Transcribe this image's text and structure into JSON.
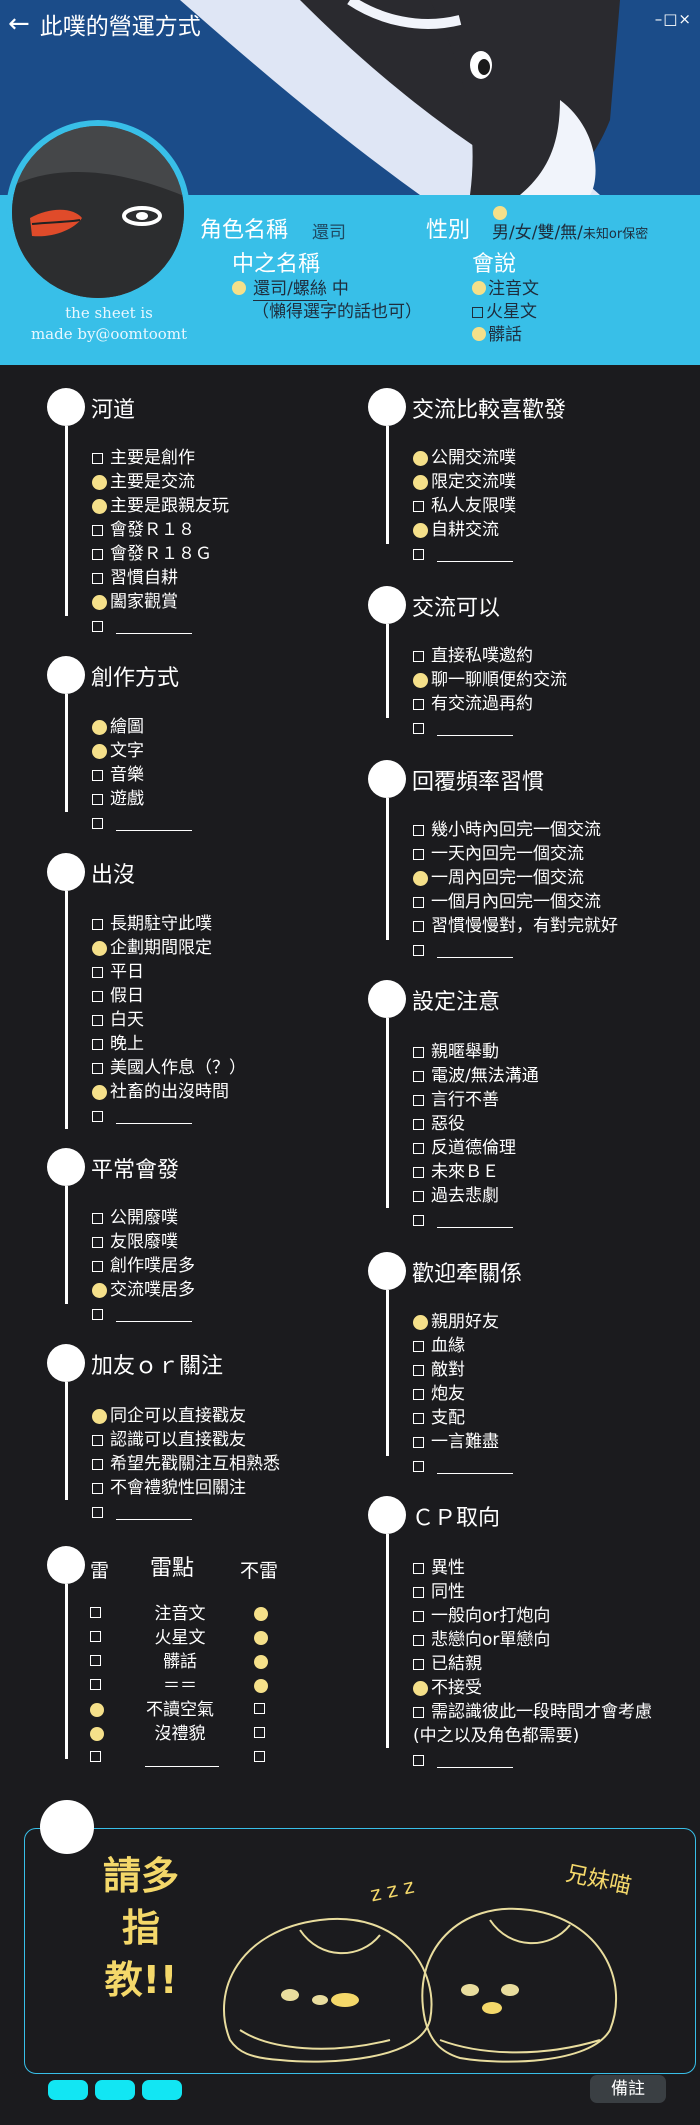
{
  "header": {
    "title": "此噗的營運方式",
    "window_controls": "–□×",
    "credit_line1": "the sheet is",
    "credit_line2": "made by@oomtoomt"
  },
  "profile": {
    "role_label": "角色名稱",
    "role_value": "還司",
    "gender_label": "性別",
    "gender_options": "男/女/雙/無/",
    "gender_small": "未知or保密",
    "gender_selected": "男",
    "pl_label": "中之名稱",
    "pl_value": "還司/螺絲",
    "pl_suffix": "中",
    "pl_note": "（懶得選字的話也可）",
    "speak_label": "會說",
    "speak_items": [
      {
        "label": "注音文",
        "checked": true
      },
      {
        "label": "火星文",
        "checked": false
      },
      {
        "label": "髒話",
        "checked": true
      }
    ]
  },
  "sections": {
    "hedao": {
      "title": "河道",
      "items": [
        {
          "label": "主要是創作",
          "checked": false
        },
        {
          "label": "主要是交流",
          "checked": true
        },
        {
          "label": "主要是跟親友玩",
          "checked": true
        },
        {
          "label": "會發Ｒ１８",
          "checked": false
        },
        {
          "label": "會發Ｒ１８Ｇ",
          "checked": false
        },
        {
          "label": "習慣自耕",
          "checked": false
        },
        {
          "label": "闔家觀賞",
          "checked": true
        },
        {
          "label": "",
          "checked": false
        }
      ]
    },
    "chuangzuo": {
      "title": "創作方式",
      "items": [
        {
          "label": "繪圖",
          "checked": true
        },
        {
          "label": "文字",
          "checked": true
        },
        {
          "label": "音樂",
          "checked": false
        },
        {
          "label": "遊戲",
          "checked": false
        },
        {
          "label": "",
          "checked": false
        }
      ]
    },
    "chumo": {
      "title": "出沒",
      "items": [
        {
          "label": "長期駐守此噗",
          "checked": false
        },
        {
          "label": "企劃期間限定",
          "checked": true
        },
        {
          "label": "平日",
          "checked": false
        },
        {
          "label": "假日",
          "checked": false
        },
        {
          "label": "白天",
          "checked": false
        },
        {
          "label": "晚上",
          "checked": false
        },
        {
          "label": "美國人作息（？）",
          "checked": false
        },
        {
          "label": "社畜的出沒時間",
          "checked": true
        },
        {
          "label": "",
          "checked": false
        }
      ]
    },
    "pingchang": {
      "title": "平常會發",
      "items": [
        {
          "label": "公開廢噗",
          "checked": false
        },
        {
          "label": "友限廢噗",
          "checked": false
        },
        {
          "label": "創作噗居多",
          "checked": false
        },
        {
          "label": "交流噗居多",
          "checked": true
        },
        {
          "label": "",
          "checked": false
        }
      ]
    },
    "jiayou": {
      "title": "加友ｏｒ關注",
      "items": [
        {
          "label": "同企可以直接戳友",
          "checked": true
        },
        {
          "label": "認識可以直接戳友",
          "checked": false
        },
        {
          "label": "希望先戳關注互相熟悉",
          "checked": false
        },
        {
          "label": "不會禮貌性回關注",
          "checked": false
        },
        {
          "label": "",
          "checked": false
        }
      ]
    },
    "lei": {
      "title": "雷點",
      "left_head": "雷",
      "right_head": "不雷",
      "rows": [
        {
          "label": "注音文",
          "lei": false,
          "bulei": true
        },
        {
          "label": "火星文",
          "lei": false,
          "bulei": true
        },
        {
          "label": "髒話",
          "lei": false,
          "bulei": true
        },
        {
          "label": "＝＝",
          "lei": false,
          "bulei": true
        },
        {
          "label": "不讀空氣",
          "lei": true,
          "bulei": false
        },
        {
          "label": "沒禮貌",
          "lei": true,
          "bulei": false
        },
        {
          "label": "",
          "lei": false,
          "bulei": false
        }
      ]
    },
    "jiaoliu_fa": {
      "title": "交流比較喜歡發",
      "items": [
        {
          "label": "公開交流噗",
          "checked": true
        },
        {
          "label": "限定交流噗",
          "checked": true
        },
        {
          "label": "私人友限噗",
          "checked": false
        },
        {
          "label": "自耕交流",
          "checked": true
        },
        {
          "label": "",
          "checked": false
        }
      ]
    },
    "jiaoliu_keyi": {
      "title": "交流可以",
      "items": [
        {
          "label": "直接私噗邀約",
          "checked": false
        },
        {
          "label": "聊一聊順便約交流",
          "checked": true
        },
        {
          "label": "有交流過再約",
          "checked": false
        },
        {
          "label": "",
          "checked": false
        }
      ]
    },
    "huifu": {
      "title": "回覆頻率習慣",
      "items": [
        {
          "label": "幾小時內回完一個交流",
          "checked": false
        },
        {
          "label": "一天內回完一個交流",
          "checked": false
        },
        {
          "label": "一周內回完一個交流",
          "checked": true
        },
        {
          "label": "一個月內回完一個交流",
          "checked": false
        },
        {
          "label": "習慣慢慢對，有對完就好",
          "checked": false
        },
        {
          "label": "",
          "checked": false
        }
      ]
    },
    "sheding": {
      "title": "設定注意",
      "items": [
        {
          "label": "親暱舉動",
          "checked": false
        },
        {
          "label": "電波/無法溝通",
          "checked": false
        },
        {
          "label": "言行不善",
          "checked": false
        },
        {
          "label": "惡役",
          "checked": false
        },
        {
          "label": "反道德倫理",
          "checked": false
        },
        {
          "label": "未來ＢＥ",
          "checked": false
        },
        {
          "label": "過去悲劇",
          "checked": false
        },
        {
          "label": "",
          "checked": false
        }
      ]
    },
    "huanying": {
      "title": "歡迎牽關係",
      "items": [
        {
          "label": "親朋好友",
          "checked": true
        },
        {
          "label": "血緣",
          "checked": false
        },
        {
          "label": "敵對",
          "checked": false
        },
        {
          "label": "炮友",
          "checked": false
        },
        {
          "label": "支配",
          "checked": false
        },
        {
          "label": "一言難盡",
          "checked": false
        },
        {
          "label": "",
          "checked": false
        }
      ]
    },
    "cp": {
      "title": "ＣＰ取向",
      "items": [
        {
          "label": "異性",
          "checked": false
        },
        {
          "label": "同性",
          "checked": false
        },
        {
          "label": "一般向or打炮向",
          "checked": false
        },
        {
          "label": "悲戀向or單戀向",
          "checked": false
        },
        {
          "label": "已結親",
          "checked": false
        },
        {
          "label": "不接受",
          "checked": true
        },
        {
          "label": "需認識彼此一段時間才會考慮",
          "checked": false
        },
        {
          "label": "(中之以及角色都需要)",
          "checked": null
        },
        {
          "label": "",
          "checked": false
        }
      ]
    }
  },
  "bottom": {
    "greeting": "請多指教!!",
    "zzz": "z z z",
    "sibling_text": "兄妹喵",
    "note_button": "備註"
  },
  "colors": {
    "accent_cyan": "#38bfe8",
    "checked_dot": "#f5e08a",
    "background": "#1b1b1e",
    "header_blue": "#1d4f8c",
    "tab_pill": "#12e6f3"
  }
}
